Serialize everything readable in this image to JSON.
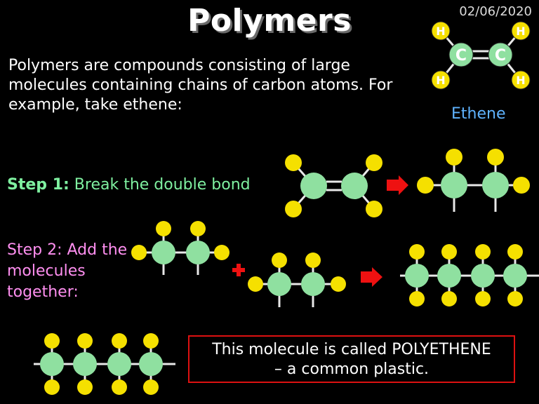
{
  "title": "Polymers",
  "date": "02/06/2020",
  "intro": "Polymers are compounds consisting of large molecules containing chains of carbon atoms. For example, take ethene:",
  "ethene_label": "Ethene",
  "ethene_atoms": {
    "carbon": "C",
    "hydrogen": "H"
  },
  "step1": {
    "prefix": "Step 1:",
    "text": "Break the double bond"
  },
  "step2": {
    "text": "Step 2: Add the molecules together:"
  },
  "result_box": {
    "line1": "This molecule is called POLYETHENE",
    "line2": "– a common plastic."
  },
  "colors": {
    "carbon": "#8fe0a0",
    "hydrogen": "#f5e000",
    "arrow": "#ee1111",
    "ethene_label": "#5fb3ff",
    "step1": "#7ff0a0",
    "step2": "#ff8ff0"
  },
  "icons": [
    "right-arrow-icon",
    "plus-icon"
  ]
}
